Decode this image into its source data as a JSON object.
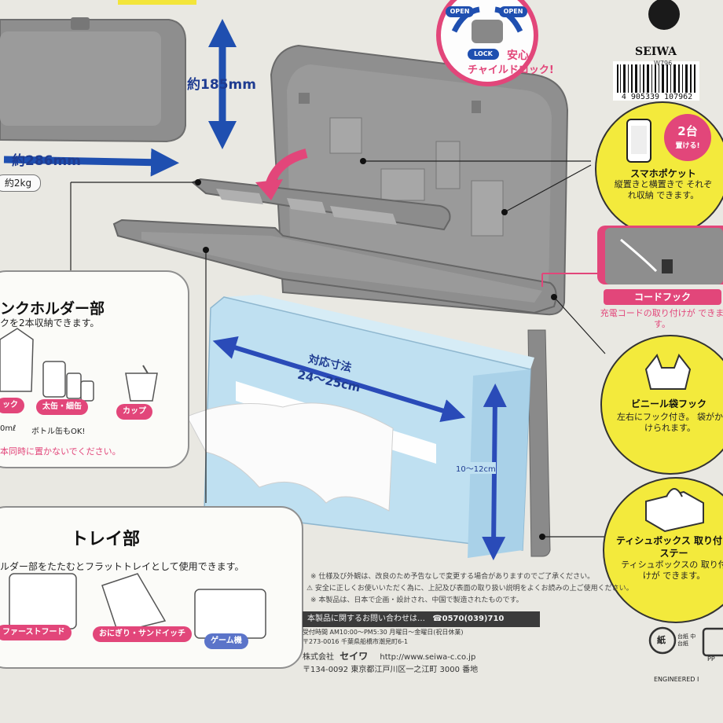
{
  "dimensions": {
    "width_label": "約286mm",
    "height_label": "約185mm",
    "weight_label": "約2kg"
  },
  "lock_badge": {
    "open_left": "OPEN",
    "open_right": "OPEN",
    "lock": "LOCK",
    "caption_line1": "安心",
    "caption_line2": "チャイルドロック!"
  },
  "brand": {
    "logo": "SEIWA",
    "model": "W796",
    "barcode_number": "4 905339 107962"
  },
  "drink_holder": {
    "title": "ンクホルダー部",
    "desc": "クを2本収納できます。",
    "tag_pack": "ック",
    "tag_can": "太缶・細缶",
    "tag_cup": "カップ",
    "note_ml": "0mℓ",
    "note_bottle": "ボトル缶もOK!",
    "warning": "本同時に置かないでください。"
  },
  "tray": {
    "title": "トレイ部",
    "desc": "ルダー部をたたむとフラットトレイとして使用できます。",
    "tag_fastfood": "ファーストフード",
    "tag_onigiri": "おにぎり・サンドイッチ",
    "tag_game": "ゲーム機"
  },
  "tissue_size": {
    "label_line1": "対応寸法",
    "label_line2": "24〜25cm",
    "height": "10〜12cm"
  },
  "features": {
    "phone": {
      "badge_num": "2台",
      "badge_text": "置ける!",
      "title": "スマホポケット",
      "desc": "縦置きと横置きで それぞれ収納 できます。"
    },
    "cord": {
      "title": "コードフック",
      "desc": "充電コードの取り付けが できます。"
    },
    "bag": {
      "title": "ビニール袋フック",
      "desc": "左右にフック付き。 袋がかけられます。"
    },
    "tissue": {
      "title": "ティシュボックス 取り付けステー",
      "desc": "ティシュボックスの 取り付けが できます。"
    }
  },
  "notes": {
    "line1": "※ 仕様及び外観は、改良のため予告なしで変更する場合がありますのでご了承ください。",
    "line2": "⚠ 安全に正しくお使いいただく為に、上記及び表面の取り扱い説明をよくお読みの上ご使用ください。",
    "line3": "※ 本製品は、日本で企画・設計され、中国で製造されたものです。"
  },
  "contact": {
    "inquiry": "本製品に関するお問い合わせは…",
    "phone": "☎0570(039)710",
    "hours": "受付時間 AM10:00〜PM5:30 月曜日〜金曜日(祝日休業)",
    "address_small": "〒273-0016 千葉県船橋市潮見町6-1",
    "company": "株式会社",
    "company_logo": "セイワ",
    "url": "http://www.seiwa-c.co.jp",
    "address": "〒134-0092 東京都江戸川区一之江町 3000 番地"
  },
  "recycle": {
    "paper": "紙",
    "paper_label": "台紙 中台紙",
    "engineered": "ENGINEERED I",
    "pp": "PP"
  },
  "colors": {
    "accent_blue": "#1f4fb0",
    "pink": "#e2467a",
    "yellow": "#f3ea3c",
    "tray_gray": "#8f8f8f",
    "tissue_blue": "#bfe0f1",
    "background": "#e9e8e2"
  }
}
